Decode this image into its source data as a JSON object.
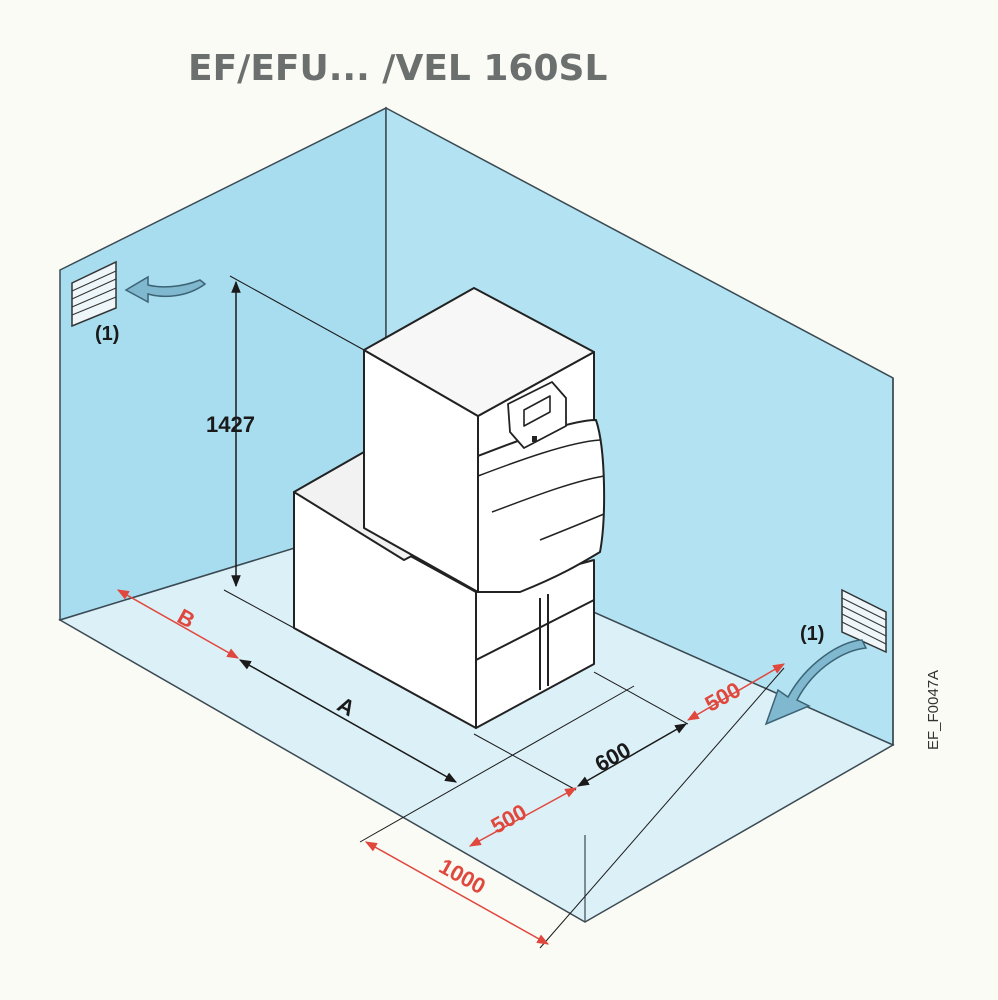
{
  "title": "EF/EFU... /VEL 160SL",
  "figure_code": "EF_F0047A",
  "dimensions": {
    "height": "1427",
    "depth_unit": "600",
    "clearance_front": "500",
    "clearance_right": "500",
    "front_zone": "1000",
    "side_a": "A",
    "side_b": "B"
  },
  "vent_note_left": "(1)",
  "vent_note_right": "(1)",
  "colors": {
    "wall_left": "#a8dcef",
    "wall_right": "#b3e3f2",
    "floor": "#dcf0f7",
    "red": "#e0483d",
    "arrow_blue": "#7fb8cf"
  }
}
